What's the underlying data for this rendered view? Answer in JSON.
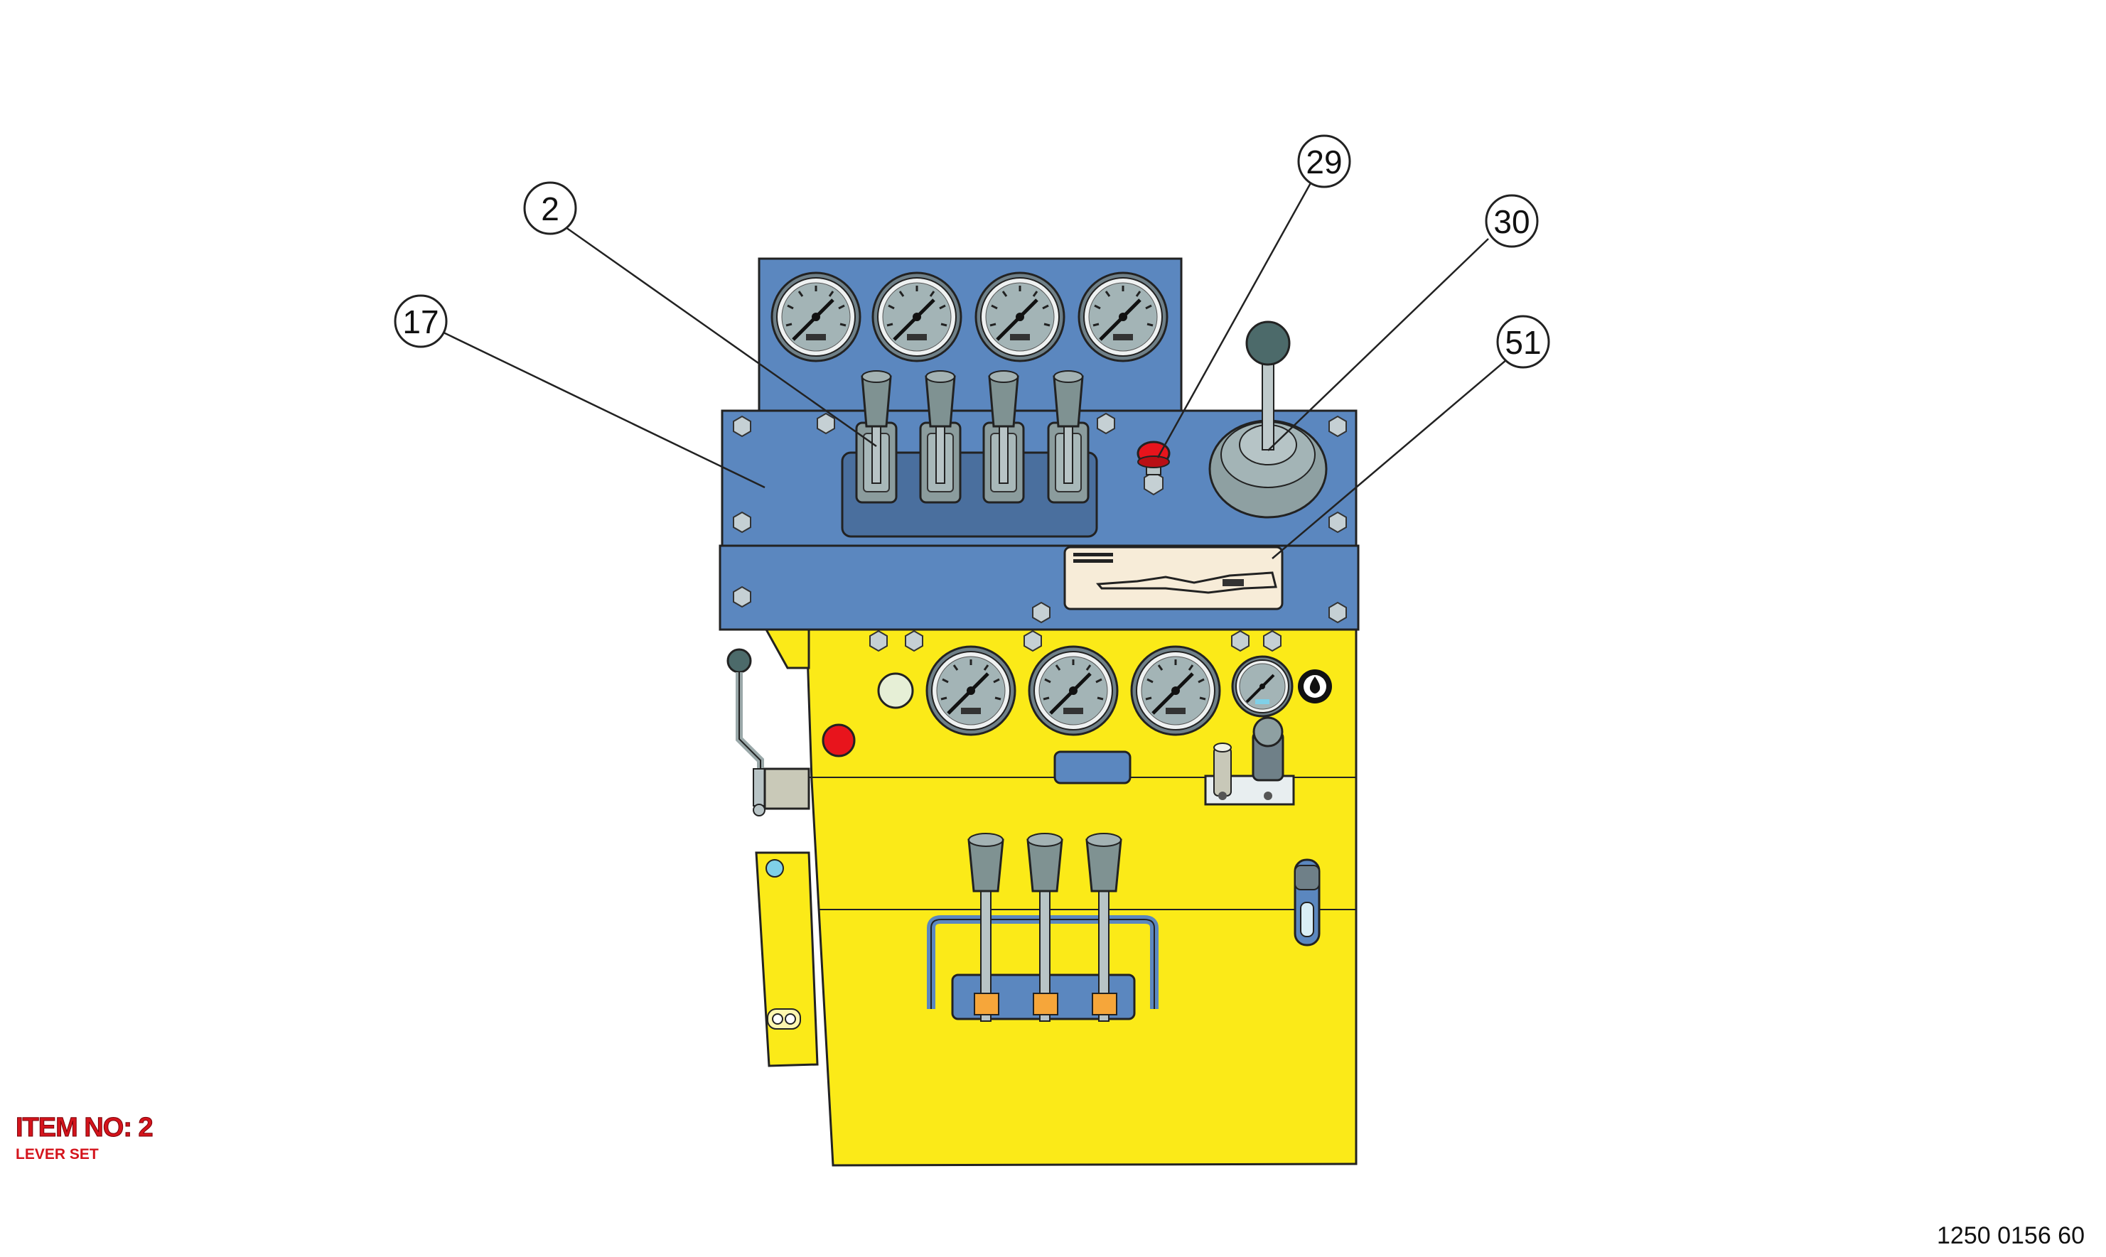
{
  "callouts": [
    {
      "id": "2",
      "label": "2"
    },
    {
      "id": "17",
      "label": "17"
    },
    {
      "id": "29",
      "label": "29"
    },
    {
      "id": "30",
      "label": "30"
    },
    {
      "id": "51",
      "label": "51"
    }
  ],
  "item": {
    "title": "ITEM NO: 2",
    "subtitle": "LEVER SET"
  },
  "drawing_number": "1250 0156 60",
  "colors": {
    "panel_blue": "#5b87bf",
    "panel_yellow": "#fbea18",
    "lever_grey": "#8ea3a3",
    "emergency_red": "#e8141c",
    "button_orange": "#f6a63a",
    "item_text_red": "#d4141c"
  }
}
